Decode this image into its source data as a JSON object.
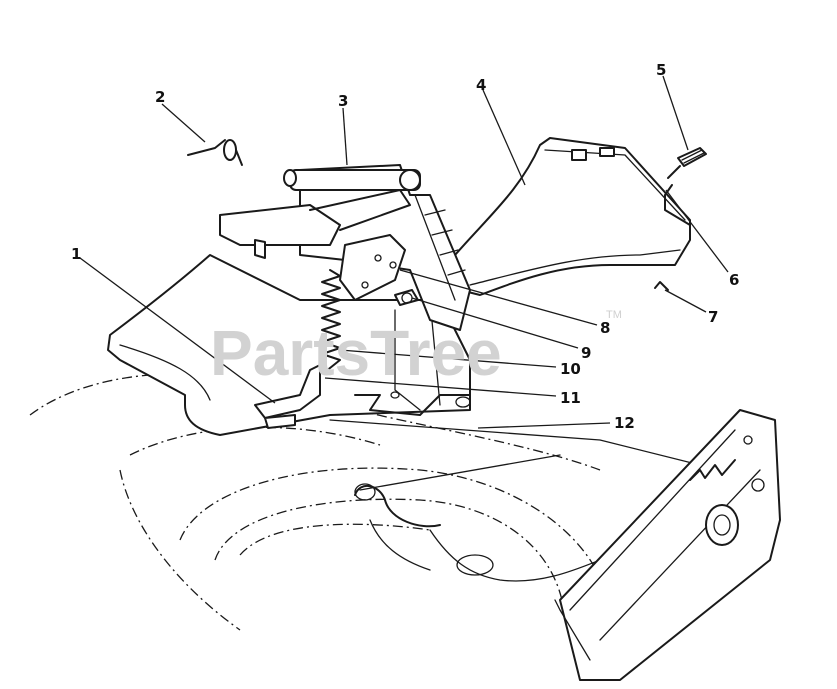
{
  "watermark": {
    "text": "PartsTree",
    "tm": "TM"
  },
  "callouts": [
    {
      "id": "1",
      "label": "1"
    },
    {
      "id": "2",
      "label": "2"
    },
    {
      "id": "3",
      "label": "3"
    },
    {
      "id": "4",
      "label": "4"
    },
    {
      "id": "5",
      "label": "5"
    },
    {
      "id": "6",
      "label": "6"
    },
    {
      "id": "7",
      "label": "7"
    },
    {
      "id": "8",
      "label": "8"
    },
    {
      "id": "9",
      "label": "9"
    },
    {
      "id": "10",
      "label": "10"
    },
    {
      "id": "11",
      "label": "11"
    },
    {
      "id": "12",
      "label": "12"
    }
  ]
}
